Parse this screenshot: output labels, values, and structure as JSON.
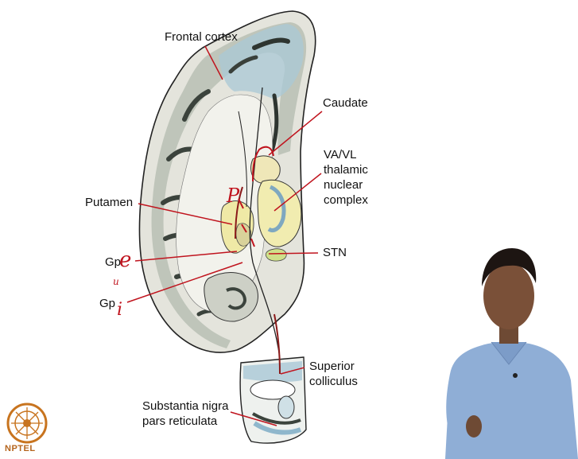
{
  "labels": {
    "frontal_cortex": "Frontal cortex",
    "caudate": "Caudate",
    "thalamic": "VA/VL\nthalamic\nnuclear\ncomplex",
    "putamen": "Putamen",
    "stn": "STN",
    "gpe": "Gp",
    "gpi": "Gp",
    "superior_colliculus": "Superior\ncolliculus",
    "substantia_nigra": "Substantia nigra\npars reticulata"
  },
  "annotations": {
    "p_mark": "P",
    "e_mark": "e",
    "i_mark": "i",
    "u_mark": "u"
  },
  "logo": {
    "text": "NPTEL"
  },
  "colors": {
    "annotation_red": "#c0141e",
    "cortex_grey": "#cfcfc8",
    "sulcus_dark": "#4a5248",
    "ventricle_blue": "#8fb7cc",
    "thalamus_yellow": "#efe9a6",
    "logo_orange": "#c8741f"
  }
}
